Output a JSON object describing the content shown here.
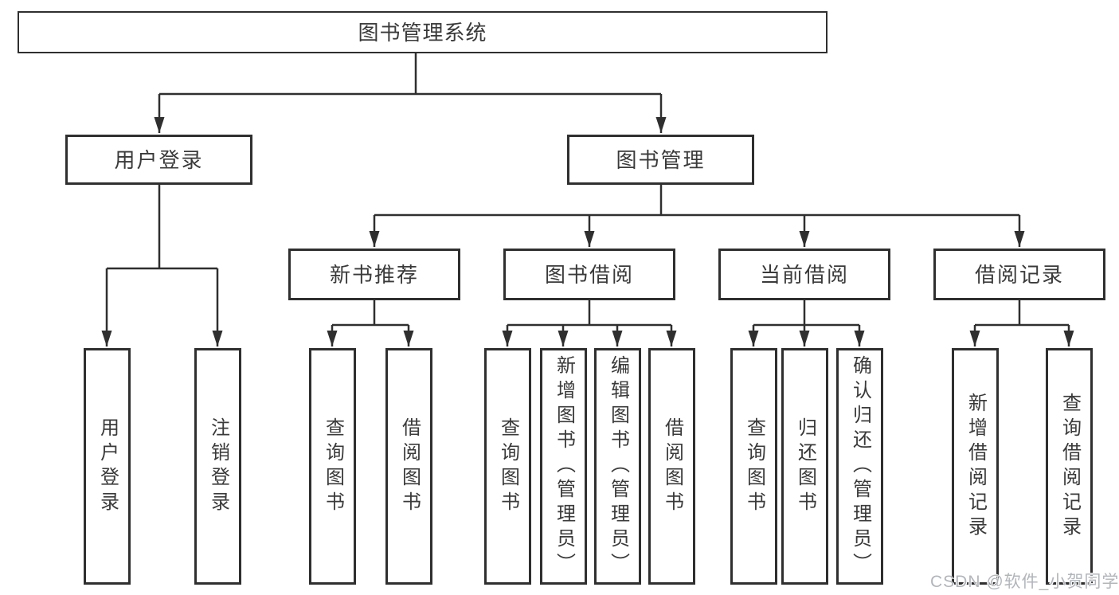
{
  "diagram": {
    "title": "图书管理系统",
    "root": {
      "label": "图书管理系统"
    },
    "level2": [
      {
        "label": "用户登录"
      },
      {
        "label": "图书管理"
      }
    ],
    "level3": [
      {
        "label": "新书推荐"
      },
      {
        "label": "图书借阅"
      },
      {
        "label": "当前借阅"
      },
      {
        "label": "借阅记录"
      }
    ],
    "leaves": {
      "userLogin": [
        {
          "label": "用户登录"
        },
        {
          "label": "注销登录"
        }
      ],
      "newBookRecommend": [
        {
          "label": "查询图书"
        },
        {
          "label": "借阅图书"
        }
      ],
      "bookBorrow": [
        {
          "label": "查询图书"
        },
        {
          "label": "新增图书（管理员）"
        },
        {
          "label": "编辑图书（管理员）"
        },
        {
          "label": "借阅图书"
        }
      ],
      "currentBorrow": [
        {
          "label": "查询图书"
        },
        {
          "label": "归还图书"
        },
        {
          "label": "确认归还（管理员）"
        }
      ],
      "borrowRecords": [
        {
          "label": "新增借阅记录"
        },
        {
          "label": "查询借阅记录"
        }
      ]
    }
  },
  "watermark": {
    "text": "CSDN @软件_小贺同学"
  },
  "colors": {
    "line": "#2f2f2f",
    "text": "#3a3a3a",
    "background": "#ffffff",
    "watermark": "#b2b6ba"
  }
}
